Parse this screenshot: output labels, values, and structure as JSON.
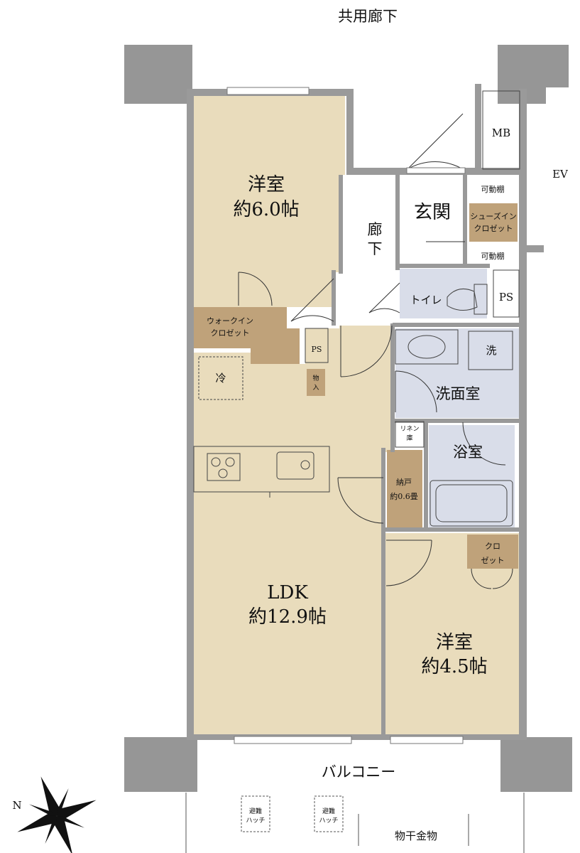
{
  "labels": {
    "corridor_top": "共用廊下",
    "ev": "EV",
    "mb": "MB",
    "western_room_1": {
      "name": "洋室",
      "size": "約6.0帖"
    },
    "hallway": {
      "line1": "廊",
      "line2": "下"
    },
    "entrance": "玄関",
    "movable_shelf_top": "可動棚",
    "shoes_closet": {
      "line1": "シューズイン",
      "line2": "クロゼット"
    },
    "movable_shelf_bottom": "可動棚",
    "toilet": "トイレ",
    "ps_right": "PS",
    "walk_in_closet": {
      "line1": "ウォークイン",
      "line2": "クロゼット"
    },
    "ps_center": "PS",
    "fridge": "冷",
    "storage_small": {
      "line1": "物",
      "line2": "入"
    },
    "washer": "洗",
    "washroom": "洗面室",
    "linen": {
      "line1": "リネン",
      "line2": "庫"
    },
    "bathroom": "浴室",
    "pantry": {
      "line1": "納戸",
      "line2": "約0.6畳"
    },
    "closet": {
      "line1": "クロ",
      "line2": "ゼット"
    },
    "ldk": {
      "name": "LDK",
      "size": "約12.9帖"
    },
    "western_room_2": {
      "name": "洋室",
      "size": "約4.5帖"
    },
    "balcony": "バルコニー",
    "hatch_1": {
      "line1": "避難",
      "line2": "ハッチ"
    },
    "hatch_2": {
      "line1": "避難",
      "line2": "ハッチ"
    },
    "drying_hardware": "物干金物",
    "compass": "N"
  },
  "colors": {
    "room_fill": "#e9dcbc",
    "storage_fill": "#bfa27a",
    "wet_fill": "#d9dde9",
    "pillar": "#969696",
    "wall": "#999999",
    "line": "#333333"
  }
}
